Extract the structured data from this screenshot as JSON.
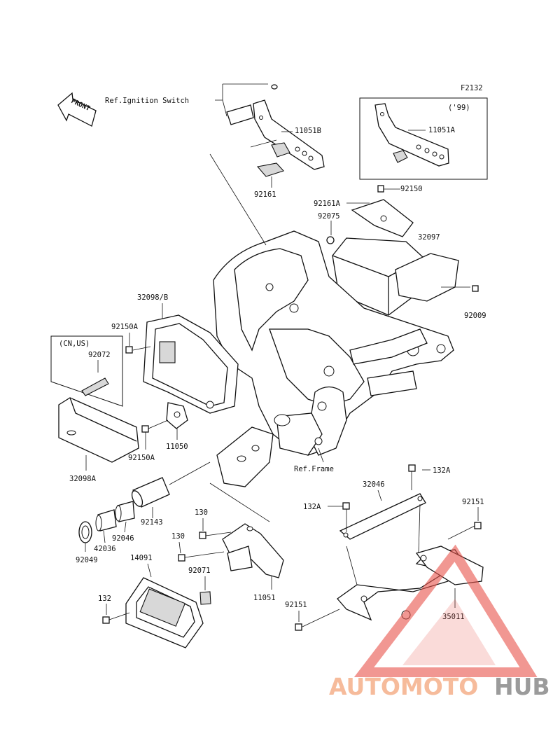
{
  "figure_code": "F2132",
  "front_arrow": "FRONT",
  "inset_99": {
    "note": "('99)",
    "label": "11051A"
  },
  "inset_cn_us": {
    "note": "(CN,US)",
    "label": "92072"
  },
  "labels": {
    "ref_ignition": "Ref.Ignition Switch",
    "p11051B": "11051B",
    "p92161": "92161",
    "p92150": "92150",
    "p92161A": "92161A",
    "p92075": "92075",
    "p32097": "32097",
    "p92009": "92009",
    "p32098B": "32098/B",
    "p92150A_top": "92150A",
    "p11050": "11050",
    "p92150A_bot": "92150A",
    "p32098A": "32098A",
    "ref_frame": "Ref.Frame",
    "p92143": "92143",
    "p92046": "92046",
    "p42036": "42036",
    "p92049": "92049",
    "p130_a": "130",
    "p130_b": "130",
    "p14091": "14091",
    "p92071": "92071",
    "p11051": "11051",
    "p132": "132",
    "p32046": "32046",
    "p132A_top": "132A",
    "p132A_left": "132A",
    "p92151_right": "92151",
    "p92151_left": "92151",
    "p35011": "35011"
  },
  "watermark": {
    "part1": "AUTOMOTO",
    "part2": "HUB",
    "color1": "#f5b08a",
    "color2": "#8a8a8a",
    "triangle_color": "#e8534a"
  }
}
